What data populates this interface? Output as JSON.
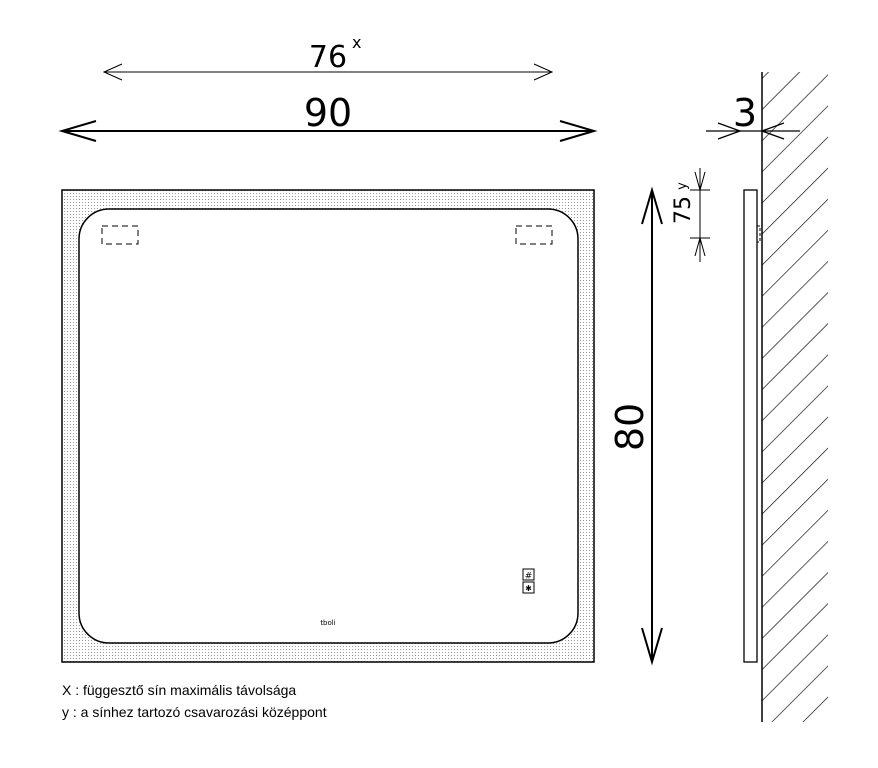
{
  "dimensions": {
    "rail_max_distance": {
      "value": "76",
      "marker": "x"
    },
    "total_width": "90",
    "wall_gap": "3",
    "screw_center": {
      "value": "75",
      "marker": "y"
    },
    "total_height": "80"
  },
  "mirror": {
    "logo_text": "tboli",
    "buttons": [
      "#",
      "✱"
    ]
  },
  "legend": [
    "X : függesztő sín maximális távolsága",
    "y : a sínhez tartozó csavarozási középpont"
  ],
  "colors": {
    "line": "#000000",
    "frame_dot": "#9a9a9a",
    "background": "#ffffff"
  }
}
